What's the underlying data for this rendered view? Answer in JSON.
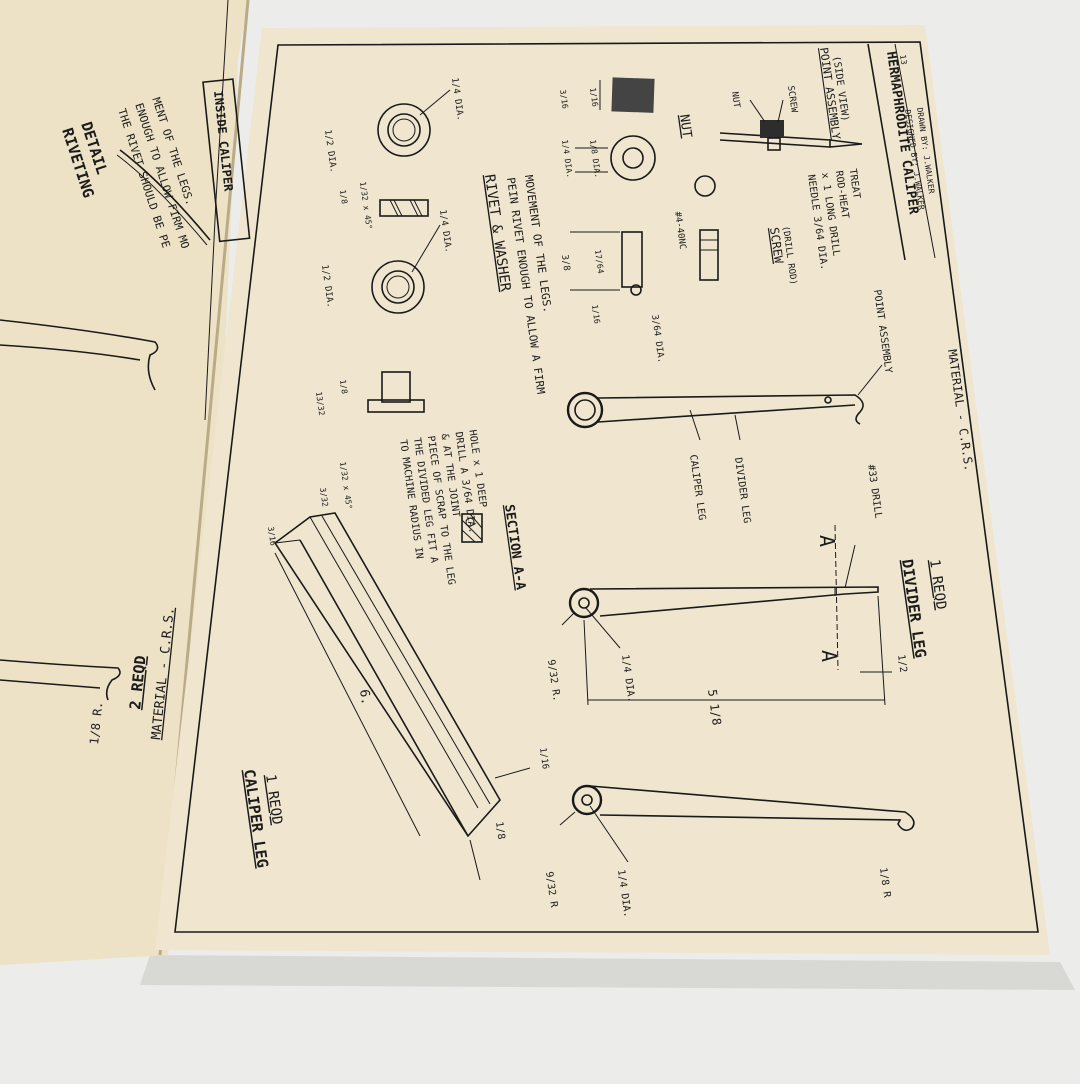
{
  "page": {
    "sheet_number": "13",
    "material": "MATERIAL - C.R.S."
  },
  "title_block": {
    "title": "HERMAPHRODITE CALIPER",
    "designed_by": "DESIGNED BY: J.WALKER",
    "drawn_by": "DRAWN BY: J.WALKER"
  },
  "left_page": {
    "heading_1": "RIVETING",
    "heading_2": "DETAIL",
    "note_1": "THE RIVET SHOULD BE PE",
    "note_2": "ENOUGH TO ALLOW FIRM MO",
    "note_3": "MENT OF THE LEGS.",
    "title_box": "INSIDE CALIPER",
    "qty": "2 REQD",
    "material": "MATERIAL - C.R.S.",
    "radius": "1/8 R."
  },
  "rivet_washer": {
    "title": "RIVET & WASHER",
    "note_1": "PEIN RIVET ENOUGH TO ALLOW A FIRM",
    "note_2": "MOVEMENT OF THE LEGS.",
    "dim_half_dia_1": "1/2 DIA.",
    "dim_quarter_dia_1": "1/4 DIA.",
    "dim_half_dia_2": "1/2 DIA.",
    "dim_quarter_dia_2": "1/4 DIA.",
    "dim_chamfer": "1/32 x 45°",
    "dim_eighth": "1/8",
    "dim_13_32": "13/32",
    "dim_1_8": "1/8",
    "dim_chamfer_2": "1/32 x 45°"
  },
  "section": {
    "title": "SECTION A-A",
    "note_1": "TO MACHINE RADIUS IN",
    "note_2": "THE DIVIDED LEG FIT A",
    "note_3": "PIECE OF SCRAP TO THE LEG",
    "note_4": "& AT THE JOINT",
    "note_5": "DRILL A 3/64 DIA.",
    "note_6": "HOLE x 1 DEEP"
  },
  "nut": {
    "title": "NUT",
    "dim_3_16": "3/16",
    "dim_1_16": "1/16",
    "dim_1_4_dia": "1/4 DIA.",
    "dim_1_8_dia": "1/8 DIA."
  },
  "screw": {
    "title": "SCREW",
    "subtitle": "(DRILL ROD)",
    "thread": "#4-40NC",
    "dim_3_8": "3/8",
    "dim_17_64": "17/64",
    "dim_1_16": "1/16",
    "dim_3_64_dia": "3/64 DIA.",
    "needle_1": "NEEDLE 3/64 DIA.",
    "needle_2": "x 1 LONG DRILL",
    "needle_3": "ROD-HEAT",
    "needle_4": "TREAT"
  },
  "point_assembly": {
    "title": "POINT ASSEMBLY",
    "subtitle": "(SIDE VIEW)",
    "nut_label": "NUT",
    "screw_label": "SCREW",
    "callout": "POINT ASSEMBLY"
  },
  "assembly": {
    "caliper_leg": "CALIPER LEG",
    "divider_leg": "DIVIDER LEG"
  },
  "divider_leg": {
    "title": "DIVIDER LEG",
    "qty": "1 REQD",
    "drill": "#33 DRILL",
    "section_mark": "A",
    "dim_length": "5 1/8",
    "dim_half": "1/2",
    "dim_radius": "9/32 R.",
    "dim_dia": "1/4 DIA."
  },
  "caliper_leg": {
    "title": "CALIPER LEG",
    "qty": "1 REQD",
    "dim_radius": "9/32 R",
    "dim_dia": "1/4 DIA.",
    "dim_tip": "1/8 R"
  },
  "stock_bar": {
    "dim_length": "6.",
    "dim_3_16": "3/16",
    "dim_3_32": "3/32",
    "dim_1_16": "1/16",
    "dim_1_8": "1/8"
  }
}
